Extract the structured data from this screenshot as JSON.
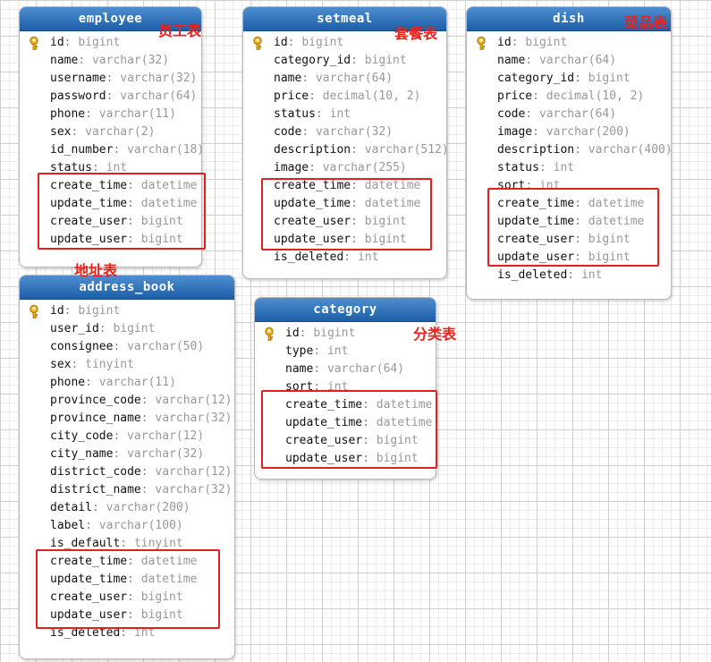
{
  "colors": {
    "header": "#1c5ea8",
    "annotation": "#e8221c",
    "field_type": "#999999"
  },
  "tables": {
    "employee": {
      "name": "employee",
      "annotation": "员工表",
      "fields": [
        {
          "name": "id",
          "type": "bigint",
          "pk": true
        },
        {
          "name": "name",
          "type": "varchar(32)"
        },
        {
          "name": "username",
          "type": "varchar(32)"
        },
        {
          "name": "password",
          "type": "varchar(64)"
        },
        {
          "name": "phone",
          "type": "varchar(11)"
        },
        {
          "name": "sex",
          "type": "varchar(2)"
        },
        {
          "name": "id_number",
          "type": "varchar(18)"
        },
        {
          "name": "status",
          "type": "int"
        },
        {
          "name": "create_time",
          "type": "datetime"
        },
        {
          "name": "update_time",
          "type": "datetime"
        },
        {
          "name": "create_user",
          "type": "bigint"
        },
        {
          "name": "update_user",
          "type": "bigint"
        }
      ]
    },
    "setmeal": {
      "name": "setmeal",
      "annotation": "套餐表",
      "fields": [
        {
          "name": "id",
          "type": "bigint",
          "pk": true
        },
        {
          "name": "category_id",
          "type": "bigint"
        },
        {
          "name": "name",
          "type": "varchar(64)"
        },
        {
          "name": "price",
          "type": "decimal(10, 2)"
        },
        {
          "name": "status",
          "type": "int"
        },
        {
          "name": "code",
          "type": "varchar(32)"
        },
        {
          "name": "description",
          "type": "varchar(512)"
        },
        {
          "name": "image",
          "type": "varchar(255)"
        },
        {
          "name": "create_time",
          "type": "datetime"
        },
        {
          "name": "update_time",
          "type": "datetime"
        },
        {
          "name": "create_user",
          "type": "bigint"
        },
        {
          "name": "update_user",
          "type": "bigint"
        },
        {
          "name": "is_deleted",
          "type": "int"
        }
      ]
    },
    "dish": {
      "name": "dish",
      "annotation": "菜品表",
      "fields": [
        {
          "name": "id",
          "type": "bigint",
          "pk": true
        },
        {
          "name": "name",
          "type": "varchar(64)"
        },
        {
          "name": "category_id",
          "type": "bigint"
        },
        {
          "name": "price",
          "type": "decimal(10, 2)"
        },
        {
          "name": "code",
          "type": "varchar(64)"
        },
        {
          "name": "image",
          "type": "varchar(200)"
        },
        {
          "name": "description",
          "type": "varchar(400)"
        },
        {
          "name": "status",
          "type": "int"
        },
        {
          "name": "sort",
          "type": "int"
        },
        {
          "name": "create_time",
          "type": "datetime"
        },
        {
          "name": "update_time",
          "type": "datetime"
        },
        {
          "name": "create_user",
          "type": "bigint"
        },
        {
          "name": "update_user",
          "type": "bigint"
        },
        {
          "name": "is_deleted",
          "type": "int"
        }
      ]
    },
    "address_book": {
      "name": "address_book",
      "annotation": "地址表",
      "fields": [
        {
          "name": "id",
          "type": "bigint",
          "pk": true
        },
        {
          "name": "user_id",
          "type": "bigint"
        },
        {
          "name": "consignee",
          "type": "varchar(50)"
        },
        {
          "name": "sex",
          "type": "tinyint"
        },
        {
          "name": "phone",
          "type": "varchar(11)"
        },
        {
          "name": "province_code",
          "type": "varchar(12)"
        },
        {
          "name": "province_name",
          "type": "varchar(32)"
        },
        {
          "name": "city_code",
          "type": "varchar(12)"
        },
        {
          "name": "city_name",
          "type": "varchar(32)"
        },
        {
          "name": "district_code",
          "type": "varchar(12)"
        },
        {
          "name": "district_name",
          "type": "varchar(32)"
        },
        {
          "name": "detail",
          "type": "varchar(200)"
        },
        {
          "name": "label",
          "type": "varchar(100)"
        },
        {
          "name": "is_default",
          "type": "tinyint"
        },
        {
          "name": "create_time",
          "type": "datetime"
        },
        {
          "name": "update_time",
          "type": "datetime"
        },
        {
          "name": "create_user",
          "type": "bigint"
        },
        {
          "name": "update_user",
          "type": "bigint"
        },
        {
          "name": "is_deleted",
          "type": "int"
        }
      ]
    },
    "category": {
      "name": "category",
      "annotation": "分类表",
      "fields": [
        {
          "name": "id",
          "type": "bigint",
          "pk": true
        },
        {
          "name": "type",
          "type": "int"
        },
        {
          "name": "name",
          "type": "varchar(64)"
        },
        {
          "name": "sort",
          "type": "int"
        },
        {
          "name": "create_time",
          "type": "datetime"
        },
        {
          "name": "update_time",
          "type": "datetime"
        },
        {
          "name": "create_user",
          "type": "bigint"
        },
        {
          "name": "update_user",
          "type": "bigint"
        }
      ]
    }
  }
}
